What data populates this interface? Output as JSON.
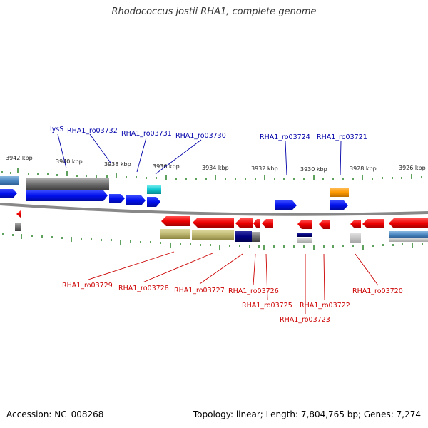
{
  "title": "Rhodococcus jostii RHA1, complete genome",
  "accession": "Accession: NC_008268",
  "summary": "Topology: linear; Length: 7,804,765 bp; Genes: 7,274",
  "colors": {
    "upper_label": "#0000aa",
    "lower_label": "#cc0000",
    "tick": "#1a7a1a",
    "backbone": "#888888"
  },
  "kbp_labels": [
    "3942 kbp",
    "3940 kbp",
    "3938 kbp",
    "3936 kbp",
    "3934 kbp",
    "3932 kbp",
    "3930 kbp",
    "3928 kbp",
    "3926 kbp"
  ],
  "upper_labels": [
    "lysS",
    "RHA1_ro03732",
    "RHA1_ro03731",
    "RHA1_ro03730",
    "RHA1_ro03724",
    "RHA1_ro03721"
  ],
  "lower_labels": [
    "RHA1_ro03729",
    "RHA1_ro03728",
    "RHA1_ro03727",
    "RHA1_ro03726",
    "RHA1_ro03725",
    "RHA1_ro03723",
    "RHA1_ro03722",
    "RHA1_ro03720"
  ]
}
